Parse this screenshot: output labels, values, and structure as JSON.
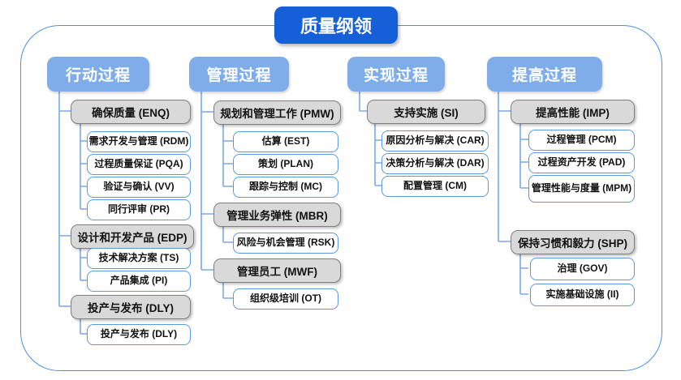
{
  "title": "质量纲领",
  "colors": {
    "title_bg": "#1560d8",
    "header_bg": "#7fade9",
    "gray_fill": "#d9d9d9",
    "gray_border": "#7f7f7f",
    "white_border": "#5b97e5",
    "connector": "#7aa9e6",
    "container_border": "#4a90e2"
  },
  "columns": [
    {
      "header": "行动过程",
      "groups": [
        {
          "label": "确保质量 (ENQ)",
          "children": [
            "需求开发与管理 (RDM)",
            "过程质量保证 (PQA)",
            "验证与确认 (VV)",
            "同行评审 (PR)"
          ]
        },
        {
          "label": "设计和开发产品 (EDP)",
          "children": [
            "技术解决方案 (TS)",
            "产品集成 (PI)"
          ]
        },
        {
          "label": "投产与发布 (DLY)",
          "children": [
            "投产与发布 (DLY)"
          ]
        }
      ]
    },
    {
      "header": "管理过程",
      "groups": [
        {
          "label": "规划和管理工作 (PMW)",
          "children": [
            "估算 (EST)",
            "策划 (PLAN)",
            "跟踪与控制 (MC)"
          ]
        },
        {
          "label": "管理业务弹性 (MBR)",
          "children": [
            "风险与机会管理 (RSK)"
          ]
        },
        {
          "label": "管理员工 (MWF)",
          "children": [
            "组织级培训 (OT)"
          ]
        }
      ]
    },
    {
      "header": "实现过程",
      "groups": [
        {
          "label": "支持实施 (SI)",
          "children": [
            "原因分析与解决 (CAR)",
            "决策分析与解决 (DAR)",
            "配置管理 (CM)"
          ]
        }
      ]
    },
    {
      "header": "提高过程",
      "groups": [
        {
          "label": "提高性能 (IMP)",
          "children": [
            "过程管理 (PCM)",
            "过程资产开发 (PAD)",
            "管理性能与度量 (MPM)"
          ]
        },
        {
          "label": "保持习惯和毅力 (SHP)",
          "children": [
            "治理 (GOV)",
            "实施基础设施 (II)"
          ]
        }
      ]
    }
  ]
}
